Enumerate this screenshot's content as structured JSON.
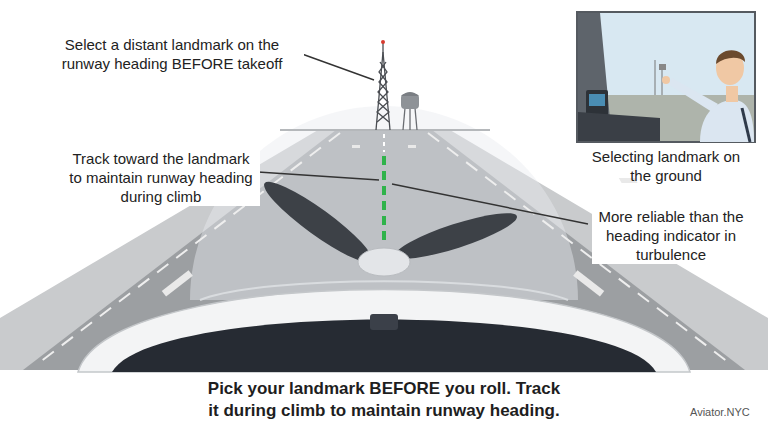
{
  "diagram": {
    "caption": "Pick your landmark BEFORE you roll. Track it during climb to maintain runway heading.",
    "labels": [
      "Select a distant landmark on the runway heading BEFORE takeoff",
      "Track toward the landmark to maintain runway heading during climb",
      "More reliable than the heading indicator in turbulence",
      "Selecting landmark on the ground",
      "Aviator.NYC"
    ]
  }
}
